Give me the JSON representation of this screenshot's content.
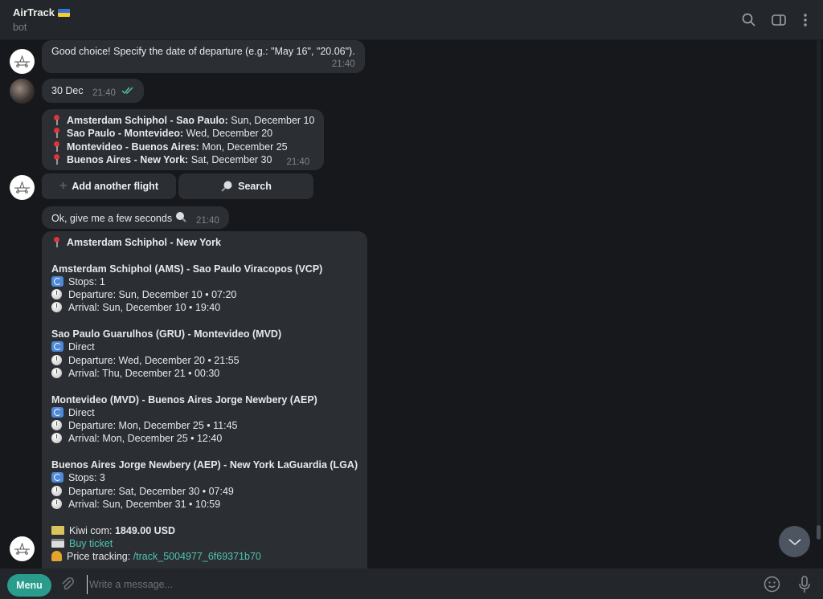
{
  "header": {
    "title": "AirTrack",
    "subtitle": "bot",
    "icons": [
      "search-icon",
      "sidebar-toggle-icon",
      "more-vertical-icon"
    ]
  },
  "messages": {
    "m1": {
      "text": "Good choice! Specify the date of departure (e.g.: \"May 16\", \"20.06\").",
      "time": "21:40"
    },
    "m2": {
      "text": "30 Dec",
      "time": "21:40",
      "status": "read"
    },
    "m3": {
      "legs": [
        {
          "route": "Amsterdam Schiphol - Sao Paulo:",
          "date": "Sun, December 10"
        },
        {
          "route": "Sao Paulo - Montevideo:",
          "date": "Wed, December 20"
        },
        {
          "route": "Montevideo - Buenos Aires:",
          "date": "Mon, December 25"
        },
        {
          "route": "Buenos Aires - New York:",
          "date": "Sat, December 30"
        }
      ],
      "time": "21:40",
      "buttons": {
        "add": "Add another flight",
        "search": "Search"
      }
    },
    "m4": {
      "text": "Ok, give me a few seconds",
      "time": "21:40"
    },
    "m5": {
      "trip": "Amsterdam Schiphol - New York",
      "flights": [
        {
          "route": "Amsterdam Schiphol (AMS) - Sao Paulo Viracopos (VCP)",
          "stops": "Stops: 1",
          "departure": "Departure: Sun, December 10 • 07:20",
          "arrival": "Arrival: Sun, December 10 • 19:40"
        },
        {
          "route": "Sao Paulo Guarulhos (GRU) - Montevideo (MVD)",
          "stops": "Direct",
          "departure": "Departure: Wed, December 20 • 21:55",
          "arrival": "Arrival: Thu, December 21 • 00:30"
        },
        {
          "route": "Montevideo (MVD) - Buenos Aires Jorge Newbery (AEP)",
          "stops": "Direct",
          "departure": "Departure: Mon, December 25 • 11:45",
          "arrival": "Arrival: Mon, December 25 • 12:40"
        },
        {
          "route": "Buenos Aires Jorge Newbery (AEP) - New York LaGuardia (LGA)",
          "stops": "Stops: 3",
          "departure": "Departure: Sat, December 30 • 07:49",
          "arrival": "Arrival: Sun, December 31 • 10:59"
        }
      ],
      "price_label": "Kiwi com:",
      "price": "1849.00 USD",
      "buy": "Buy ticket",
      "tracking_label": "Price tracking:",
      "tracking_cmd": "/track_5004977_6f69371b70"
    }
  },
  "input": {
    "menu": "Menu",
    "placeholder": "Write a message..."
  },
  "colors": {
    "accent": "#2a9c8b",
    "link": "#4fc3b0",
    "read_check": "#4fc3b0",
    "bubble": "#2b2e33",
    "background": "#16181c"
  }
}
